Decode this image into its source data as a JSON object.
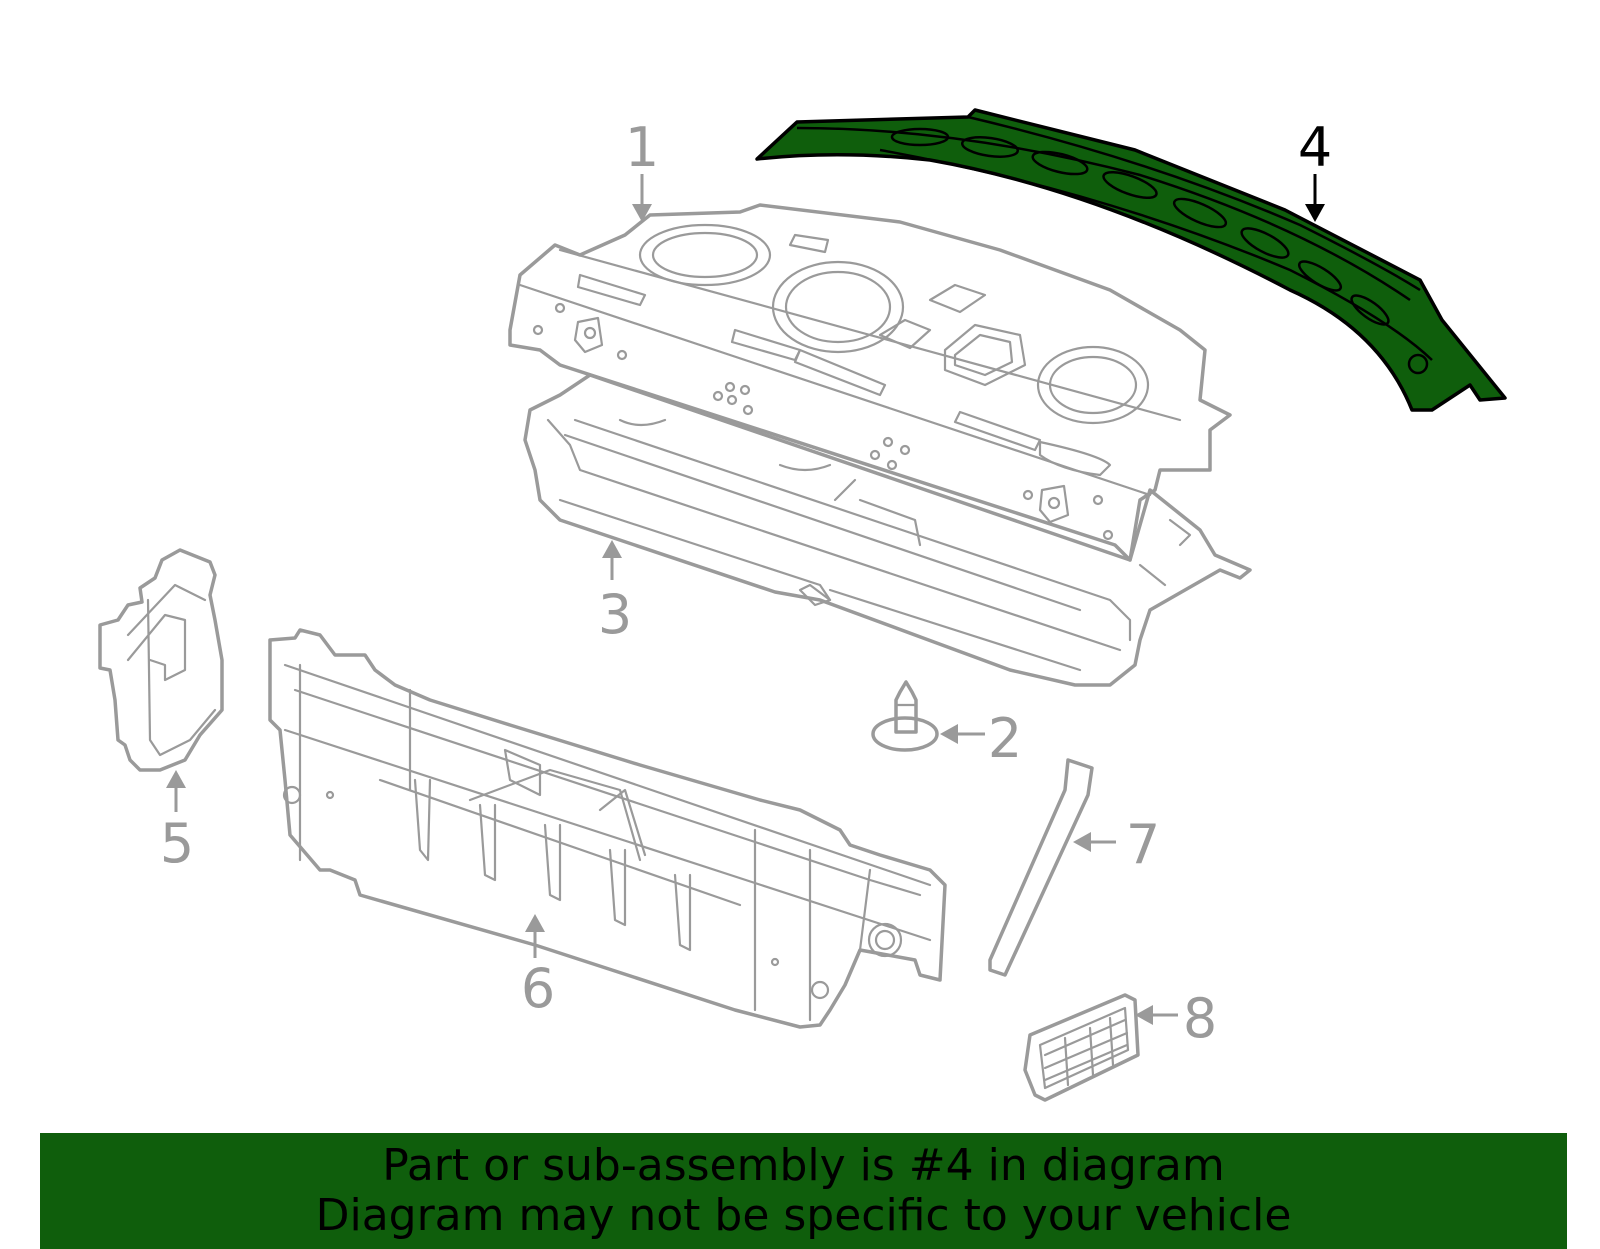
{
  "diagram": {
    "highlight_color": "#0f5e0c",
    "part_color": "#9a9a9a",
    "highlighted_callout": "4",
    "callouts": [
      {
        "id": "part-1",
        "label": "1"
      },
      {
        "id": "part-2",
        "label": "2"
      },
      {
        "id": "part-3",
        "label": "3"
      },
      {
        "id": "part-4",
        "label": "4"
      },
      {
        "id": "part-5",
        "label": "5"
      },
      {
        "id": "part-6",
        "label": "6"
      },
      {
        "id": "part-7",
        "label": "7"
      },
      {
        "id": "part-8",
        "label": "8"
      }
    ]
  },
  "banner": {
    "line1": "Part or sub-assembly is #4 in diagram",
    "line2": "Diagram may not be specific to your vehicle"
  }
}
